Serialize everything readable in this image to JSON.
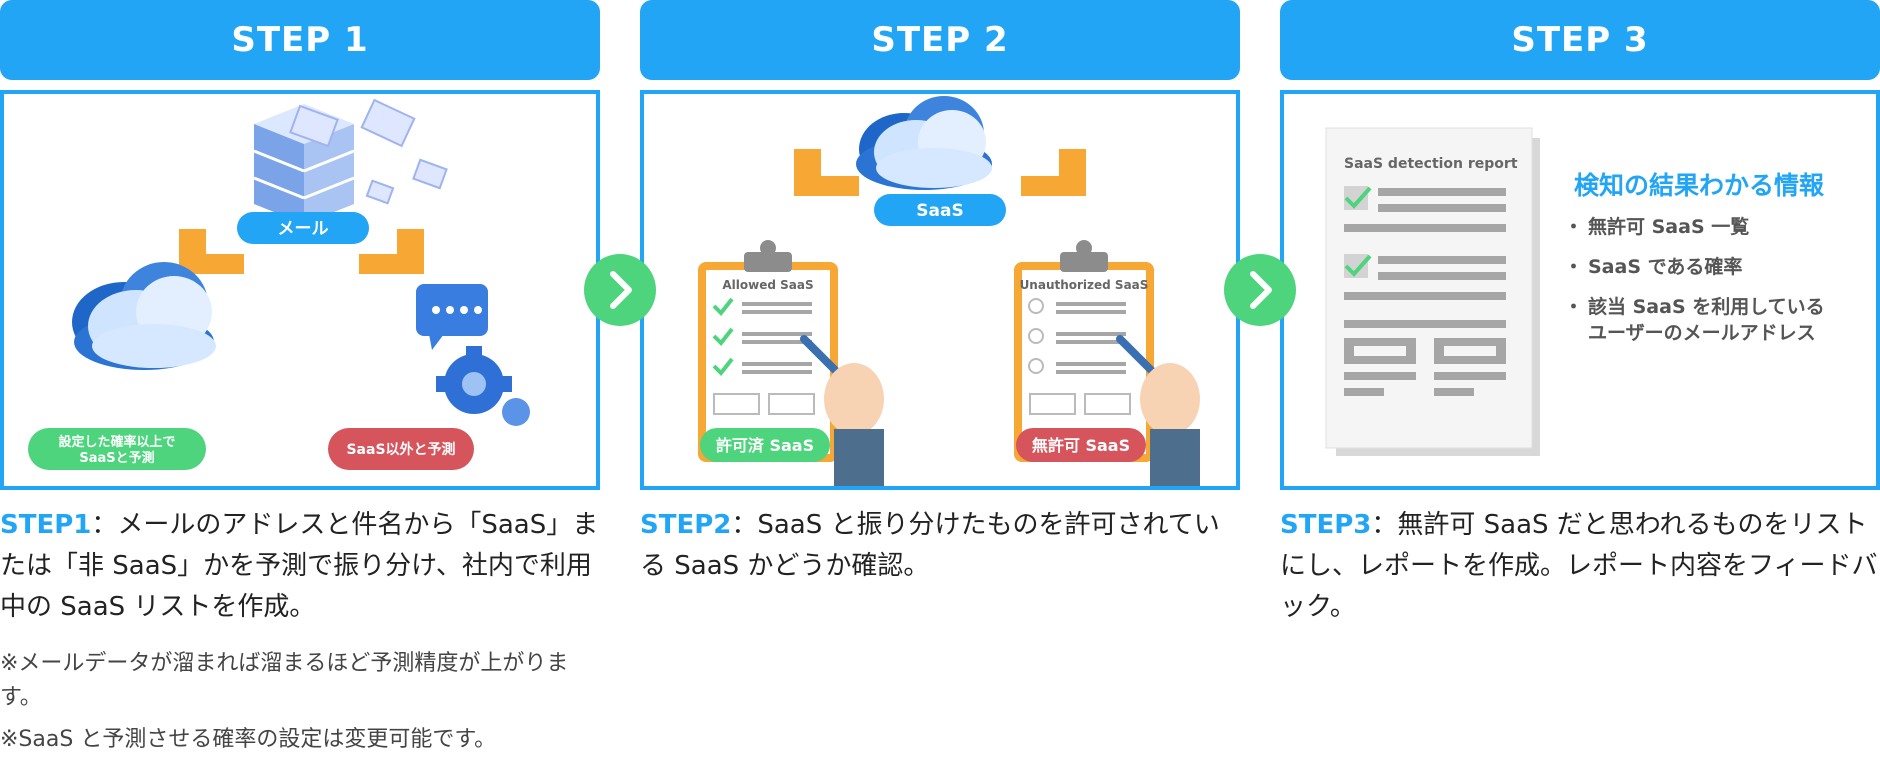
{
  "colors": {
    "accent": "#22a5f5",
    "green": "#4dd47d",
    "red": "#d6555c",
    "orange": "#f7a734"
  },
  "steps": [
    {
      "header": "STEP 1",
      "pills": {
        "mail": "メール",
        "saas_line1": "設定した確率以上で",
        "saas_line2": "SaaSと予測",
        "non_saas": "SaaS以外と予測"
      },
      "desc_label": "STEP1",
      "desc_text": "：メールのアドレスと件名から「SaaS」または「非 SaaS」かを予測で振り分け、社内で利用中の SaaS リストを作成。",
      "notes": [
        "※メールデータが溜まれば溜まるほど予測精度が上がります。",
        "※SaaS と予測させる確率の設定は変更可能です。"
      ]
    },
    {
      "header": "STEP 2",
      "pills": {
        "saas": "SaaS",
        "allowed": "許可済 SaaS",
        "unauthorized": "無許可 SaaS"
      },
      "clip_titles": {
        "allowed": "Allowed SaaS",
        "unauthorized": "Unauthorized SaaS"
      },
      "desc_label": "STEP2",
      "desc_text": "：SaaS と振り分けたものを許可されている SaaS かどうか確認。"
    },
    {
      "header": "STEP 3",
      "report_title": "SaaS detection report",
      "info_title": "検知の結果わかる情報",
      "info_items": [
        "無許可 SaaS 一覧",
        "SaaS である確率",
        "該当 SaaS を利用している\nユーザーのメールアドレス"
      ],
      "desc_label": "STEP3",
      "desc_text": "：無許可 SaaS だと思われるものをリストにし、レポートを作成。レポート内容をフィードバック。"
    }
  ],
  "icons": [
    "server-icon",
    "mail-icon",
    "cloud-icon",
    "chat-bubble-icon",
    "gear-icon",
    "clipboard-icon",
    "check-icon",
    "hand-pen-icon",
    "chevron-right-icon",
    "report-document-icon"
  ]
}
